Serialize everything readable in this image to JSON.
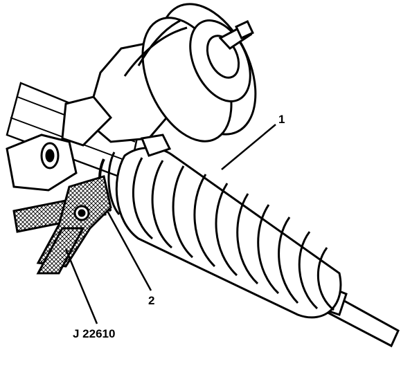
{
  "callouts": {
    "boot": "1",
    "clamp": "2",
    "tool": "J 22610"
  }
}
